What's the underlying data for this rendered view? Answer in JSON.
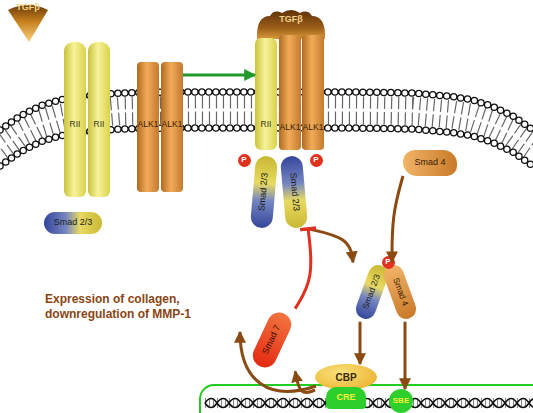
{
  "diagram": {
    "nodes": [
      {
        "text": [
          "TGFβ"
        ]
      },
      {
        "text": [
          "RII"
        ]
      },
      {
        "text": [
          "RII"
        ]
      },
      {
        "text": [
          "ALK1"
        ]
      },
      {
        "text": [
          "ALK1"
        ]
      },
      {
        "text": [
          "TGFβ"
        ]
      },
      {
        "text": [
          "RII"
        ]
      },
      {
        "text": [
          "ALK1"
        ]
      },
      {
        "text": [
          "ALK1"
        ]
      },
      {
        "text": [
          "Smad 2/3"
        ]
      },
      {
        "text": [
          "P"
        ]
      },
      {
        "text": [
          "Smad 2/3"
        ]
      },
      {
        "text": [
          "P"
        ]
      },
      {
        "text": [
          "Smad 4"
        ]
      },
      {
        "text": [
          "Smad 2/3"
        ]
      },
      {
        "text": [
          "Smad 7"
        ]
      },
      {
        "text": [
          "Smad 2/3"
        ]
      },
      {
        "text": [
          "Smad 4"
        ]
      },
      {
        "text": [
          "P"
        ]
      },
      {
        "text": [
          "CBP"
        ]
      },
      {
        "text": [
          "CRE"
        ]
      },
      {
        "text": [
          "SBE"
        ]
      }
    ],
    "edges": [
      {
        "from": 4,
        "to": 6,
        "arrow": "to"
      },
      {
        "from": 11,
        "to": 16,
        "arrow": "to"
      },
      {
        "from": 13,
        "to": 17,
        "arrow": "to"
      },
      {
        "from": 15,
        "to": 11,
        "arrow": "to"
      },
      {
        "from": 16,
        "to": 19,
        "arrow": "to"
      },
      {
        "from": 17,
        "to": 21,
        "arrow": "to"
      },
      {
        "from": 19,
        "to": 15,
        "arrow": "to"
      }
    ],
    "labels": [
      "Expression of collagen, downregulation of MMP-1"
    ]
  }
}
